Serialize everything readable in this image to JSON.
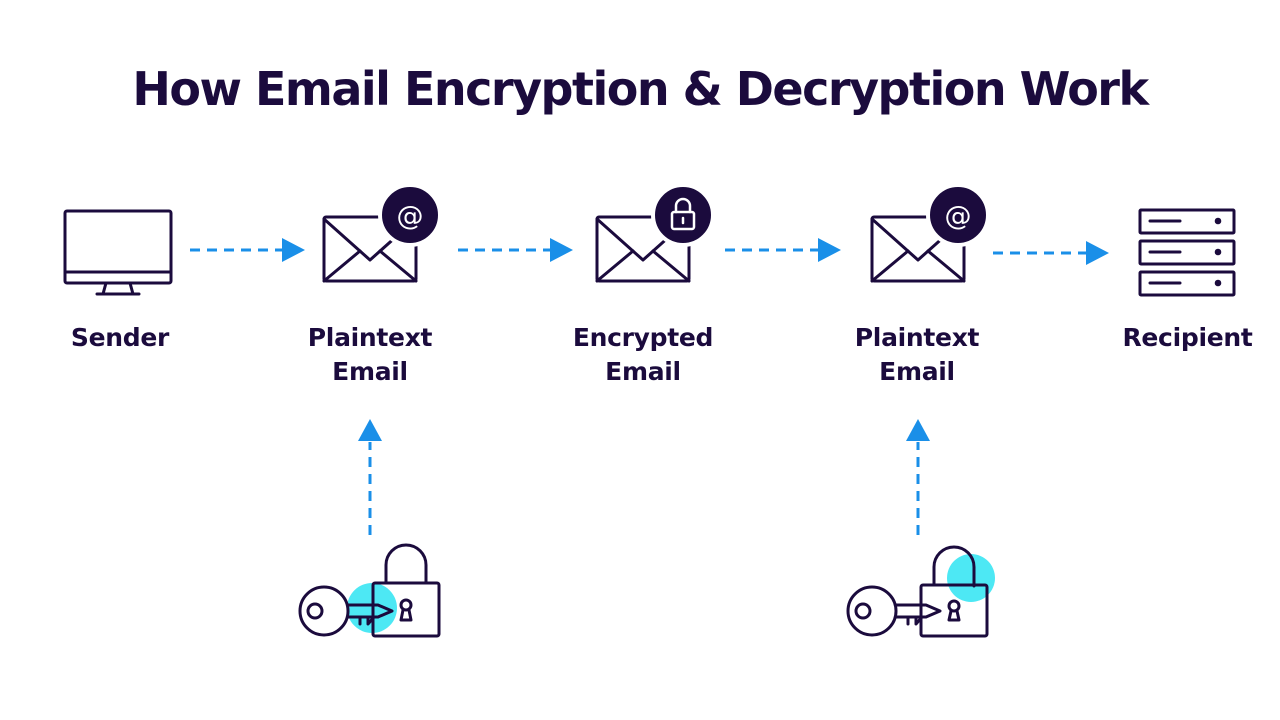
{
  "title": "How Email Encryption & Decryption Work",
  "nodes": {
    "sender": {
      "label": "Sender",
      "icon": "monitor-icon"
    },
    "plaintext_1": {
      "label_line1": "Plaintext",
      "label_line2": "Email",
      "icon": "envelope-at-icon",
      "badge": "@"
    },
    "encrypted": {
      "label_line1": "Encrypted",
      "label_line2": "Email",
      "icon": "envelope-lock-icon"
    },
    "plaintext_2": {
      "label_line1": "Plaintext",
      "label_line2": "Email",
      "icon": "envelope-at-icon",
      "badge": "@"
    },
    "recipient": {
      "label": "Recipient",
      "icon": "server-icon"
    }
  },
  "keys": {
    "encrypt": {
      "icon": "key-padlock-locked-icon"
    },
    "decrypt": {
      "icon": "key-padlock-unlocked-icon"
    }
  },
  "colors": {
    "ink": "#1b0b3d",
    "arrow": "#1a8fe8",
    "highlight": "#4de8f4"
  }
}
